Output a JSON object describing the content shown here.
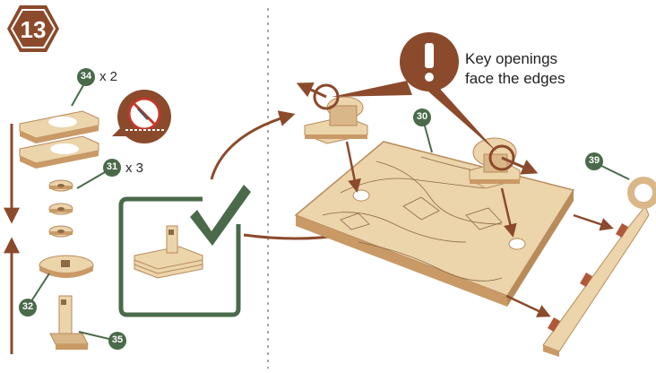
{
  "step": {
    "number": "13"
  },
  "parts": {
    "p34": {
      "id": "34",
      "qty": "x 2"
    },
    "p31": {
      "id": "31",
      "qty": "x 3"
    },
    "p32": {
      "id": "32"
    },
    "p35": {
      "id": "35"
    },
    "p30": {
      "id": "30"
    },
    "p39": {
      "id": "39"
    }
  },
  "note": {
    "line1": "Key openings",
    "line2": "face the edges"
  },
  "colors": {
    "brown": "#8b4a2b",
    "green": "#4a6a4a",
    "red": "#c0392b",
    "wood_light": "#ecd4ab",
    "wood_mid": "#d9b788",
    "wood_edge": "#b88b5a"
  },
  "icons": [
    "step-hexagon-icon",
    "no-glue-icon",
    "check-icon",
    "warning-exclamation-icon"
  ]
}
